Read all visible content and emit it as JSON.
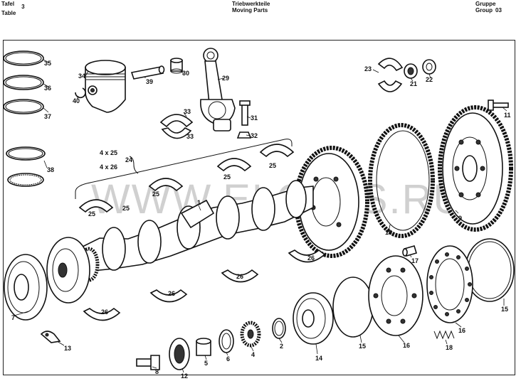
{
  "header": {
    "left_line1": "Tafel",
    "left_line1_value": "3",
    "left_line2": "Table",
    "center_line1": "Triebwerkteile",
    "center_line2": "Moving Parts",
    "right_line1": "Gruppe",
    "right_line2": "Group",
    "right_value": "03"
  },
  "watermark": "WWW.ELCATS.RU",
  "bearing_sizes": {
    "top": "4 x 25",
    "bottom": "4 x 26",
    "ref": "24"
  },
  "callouts": {
    "c35": "35",
    "c36": "36",
    "c37": "37",
    "c38": "38",
    "c34": "34",
    "c40": "40",
    "c39": "39",
    "c30": "30",
    "c29": "29",
    "c33a": "33",
    "c33b": "33",
    "c31": "31",
    "c32": "32",
    "c23": "23",
    "c21": "21",
    "c22": "22",
    "c11": "11",
    "c25a": "25",
    "c25b": "25",
    "c25c": "25",
    "c25d": "25",
    "c25e": "25",
    "c1": "1",
    "c10": "10",
    "c9": "9",
    "c26a": "26",
    "c26b": "26",
    "c26c": "26",
    "c26d": "26",
    "c17": "17",
    "c7": "7",
    "c13": "13",
    "c15a": "15",
    "c15b": "15",
    "c16a": "16",
    "c16b": "16",
    "c18": "18",
    "c14": "14",
    "c2": "2",
    "c4": "4",
    "c6": "6",
    "c5": "5",
    "c12": "12",
    "c8": "8"
  }
}
